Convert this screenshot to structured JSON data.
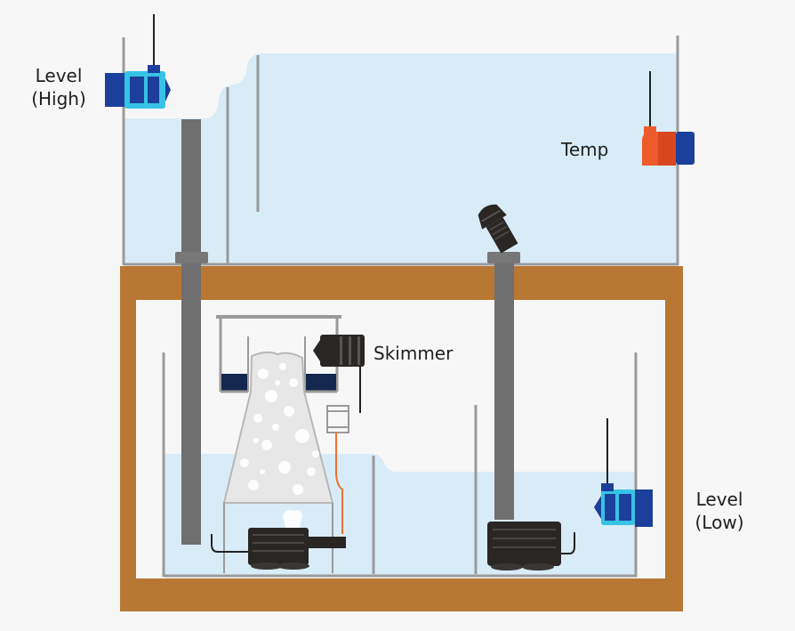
{
  "labels": {
    "level_high": [
      "Level",
      "(High)"
    ],
    "temp": "Temp",
    "skimmer": "Skimmer",
    "level_low": [
      "Level",
      "(Low)"
    ]
  },
  "colors": {
    "background": "#f7f7f7",
    "water": "#d8ecf7",
    "glass": "#9a9a9a",
    "stand_wood": "#b87733",
    "pipe": "#6f6f6f",
    "pump_body": "#2a2624",
    "level_sensor_blue": "#1b3f9a",
    "level_sensor_cyan": "#36c3e6",
    "temp_sensor_orange": "#ef5a2b",
    "skimmer_cable": "#f07030"
  },
  "icons": {
    "level_sensor": "float-level-sensor-icon",
    "temp_sensor": "temperature-probe-icon",
    "wavemaker": "wavemaker-pump-icon",
    "return_pump": "return-pump-icon",
    "skimmer_pump": "skimmer-pump-icon"
  }
}
